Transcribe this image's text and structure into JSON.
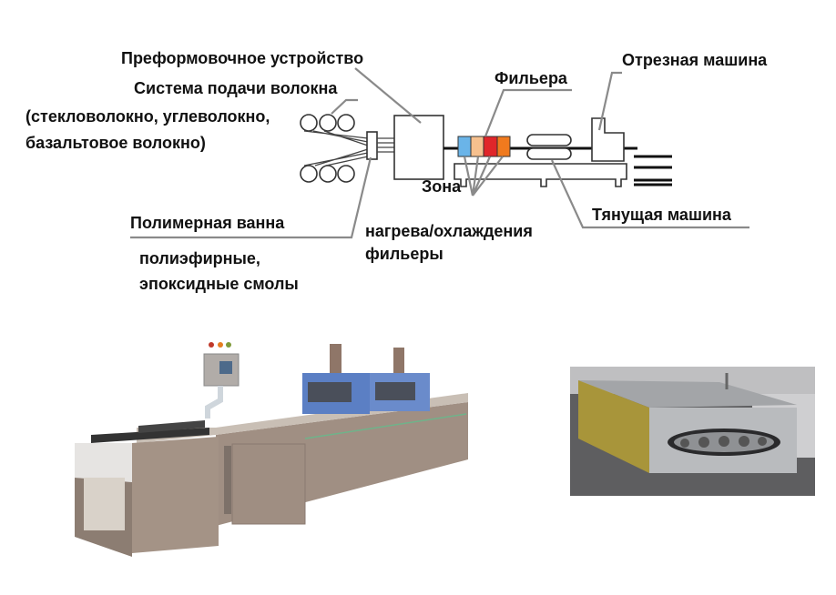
{
  "labels": {
    "preform": "Преформовочное устройство",
    "feed_system": "Система подачи волокна",
    "fiber_types_1": "(стекловолокно, углеволокно,",
    "fiber_types_2": "базальтовое волокно)",
    "die": "Фильера",
    "cutter": "Отрезная машина",
    "puller": "Тянущая машина",
    "zone_1": "Зона",
    "zone_2": "нагрева/охлаждения",
    "zone_3": "фильеры",
    "resin_bath": "Полимерная ванна",
    "resins_1": "полиэфирные,",
    "resins_2": "эпоксидные смолы"
  },
  "colors": {
    "zone_cool": "#6ab4e8",
    "zone_warm": "#f6c08e",
    "zone_hot": "#e0262a",
    "zone_orange": "#f07a1e",
    "machine_body": "#9d8c80",
    "machine_blue": "#5b7fc4"
  }
}
